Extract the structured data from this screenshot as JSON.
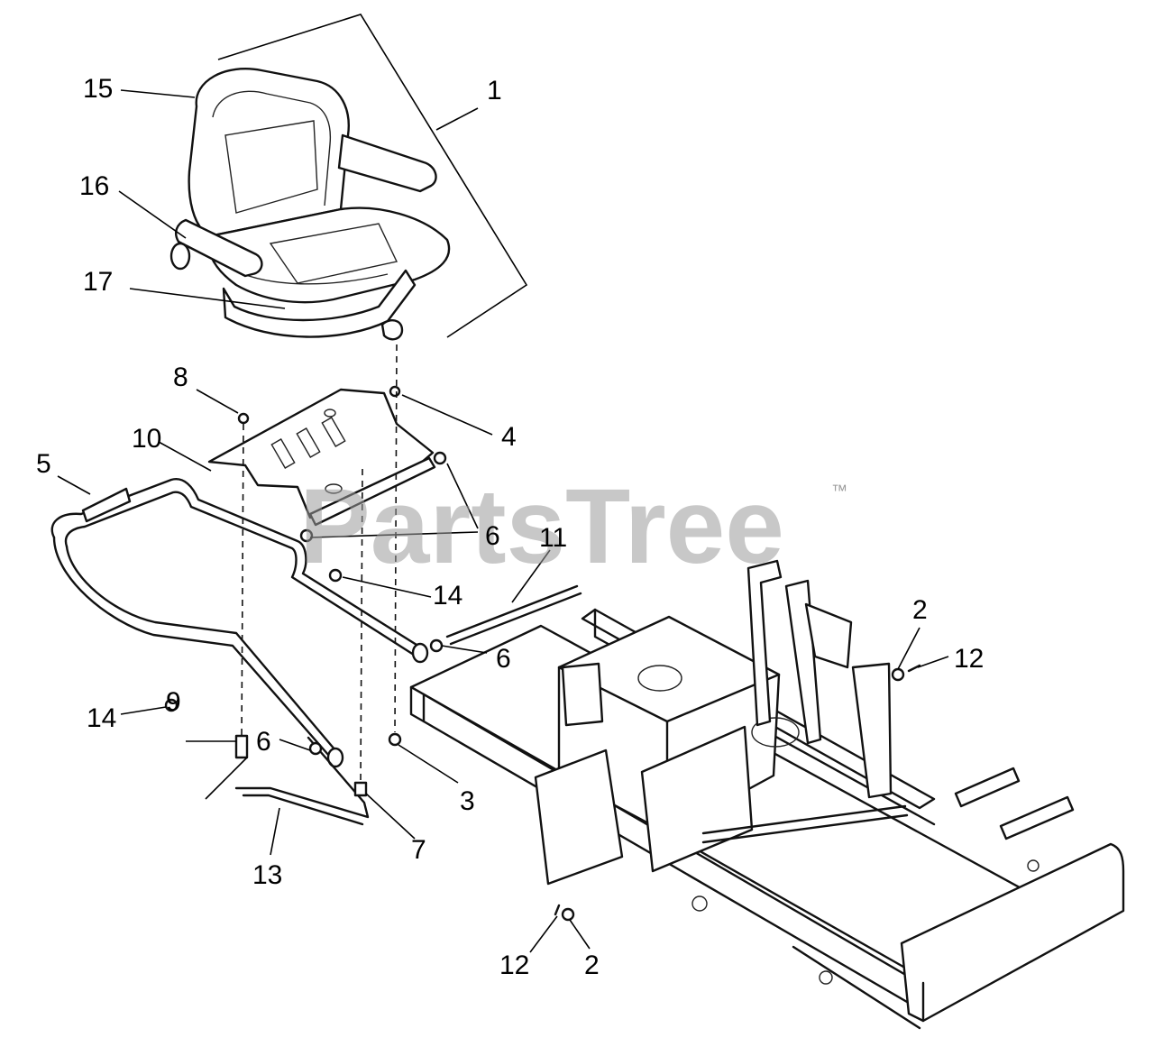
{
  "watermark": {
    "text": "PartsTree",
    "trademark": "™"
  },
  "callouts": [
    {
      "id": "c1",
      "label": "1"
    },
    {
      "id": "c2a",
      "label": "2"
    },
    {
      "id": "c2b",
      "label": "2"
    },
    {
      "id": "c3",
      "label": "3"
    },
    {
      "id": "c4",
      "label": "4"
    },
    {
      "id": "c5",
      "label": "5"
    },
    {
      "id": "c6a",
      "label": "6"
    },
    {
      "id": "c6b",
      "label": "6"
    },
    {
      "id": "c6c",
      "label": "6"
    },
    {
      "id": "c7",
      "label": "7"
    },
    {
      "id": "c8",
      "label": "8"
    },
    {
      "id": "c9",
      "label": "9"
    },
    {
      "id": "c10",
      "label": "10"
    },
    {
      "id": "c11",
      "label": "11"
    },
    {
      "id": "c12a",
      "label": "12"
    },
    {
      "id": "c12b",
      "label": "12"
    },
    {
      "id": "c13",
      "label": "13"
    },
    {
      "id": "c14a",
      "label": "14"
    },
    {
      "id": "c14b",
      "label": "14"
    },
    {
      "id": "c15",
      "label": "15"
    },
    {
      "id": "c16",
      "label": "16"
    },
    {
      "id": "c17",
      "label": "17"
    }
  ]
}
